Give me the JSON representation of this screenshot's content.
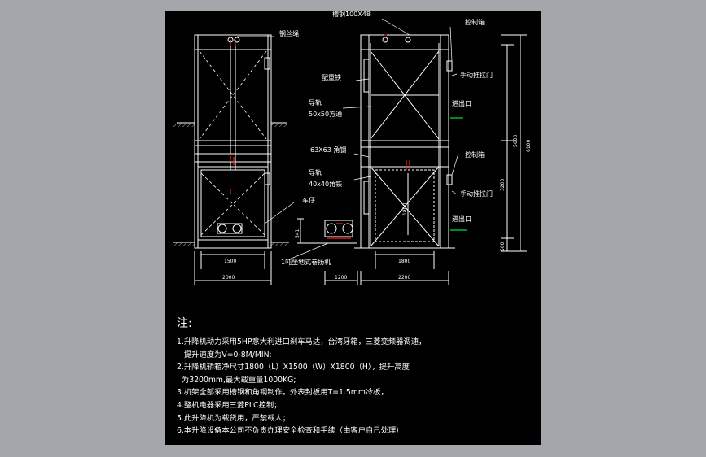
{
  "labels": {
    "wire_rope": "钢丝绳",
    "channel_steel": "槽钢100X48",
    "control_box_top": "控制箱",
    "counterweight": "配重铁",
    "manual_door_top": "手动推拉门",
    "guide_rail_1": "导轨",
    "guide_rail_1_spec": "50x50方通",
    "entrance_top": "进出口",
    "angle_steel": "63X63 角钢",
    "control_box_mid": "控制箱",
    "guide_rail_2": "导轨",
    "guide_rail_2_spec": "40x40角铁",
    "manual_door_mid": "手动推拉门",
    "car": "车仔",
    "entrance_bottom": "进出口",
    "winch": "1吨坐地式卷扬机"
  },
  "dimensions": {
    "d1500": "1500",
    "d2000": "2000",
    "d1200": "1200",
    "d1800": "1800",
    "d2200": "2200",
    "d5600": "5600",
    "d6100": "6100",
    "d3200": "3200",
    "d500": "500",
    "d1800v": "1800",
    "d541": "541"
  },
  "notes": {
    "title": "注:",
    "items": [
      "1.升降机动力采用5HP意大利进口刹车马达，台湾牙箱，三菱变频器调速，",
      "   提升速度为V=0-8M/MIN;",
      "2.升降机轿箱净尺寸1800（L）X1500（W）X1800（H），提升高度",
      "  为3200mm,最大载重量1000KG;",
      "3.机架全部采用槽钢和角钢制作，外表封板用T=1.5mm冷板，",
      "4.整机电器采用三菱PLC控制；",
      "5.此升降机为载货用，严禁载人；",
      "6.本升降设备本公司不负责办理安全检查和手续（由客户自己处理）"
    ]
  },
  "colors": {
    "line": "#ffffff",
    "red": "#ff2020",
    "green": "#00e040",
    "background": "#000000",
    "surround": "#a3a6ab"
  }
}
